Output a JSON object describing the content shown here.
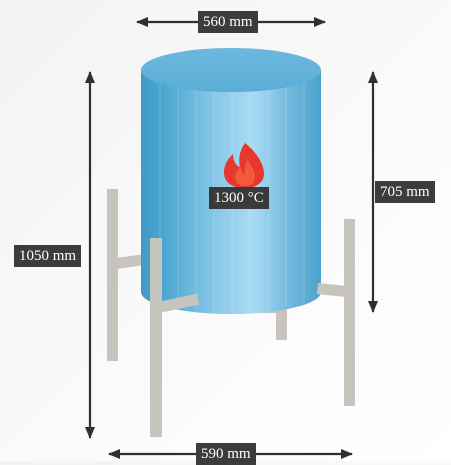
{
  "dimensions": {
    "top_diameter": "560 mm",
    "base_width": "590 mm",
    "total_height": "1050 mm",
    "vessel_height": "705 mm"
  },
  "temperature": "1300 °C",
  "colors": {
    "vessel_light": "#a9dcf3",
    "vessel_dark": "#3e9ac4",
    "leg": "#c7c3bd",
    "label_bg": "#3c3c3c",
    "flame_outer": "#e8372c",
    "flame_inner": "#f25a3c",
    "arrow": "#2f2f2f"
  },
  "icons": {
    "flame": "flame-icon"
  }
}
